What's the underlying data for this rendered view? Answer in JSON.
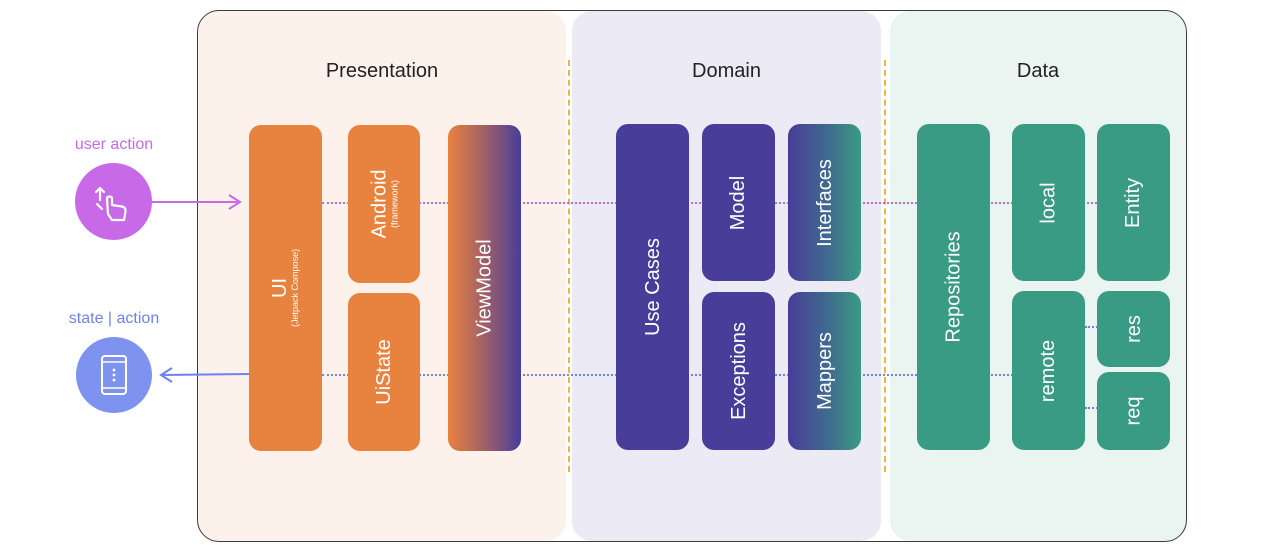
{
  "colors": {
    "presentation_bg": "#fcf2eb",
    "domain_bg": "#eceaf5",
    "data_bg": "#eaf4f1",
    "orange": "#e8823f",
    "purple": "#483d99",
    "teal": "#3a9b84",
    "user_action": "#c869e8",
    "state_action": "#7d93ef",
    "separator": "#f0b53c"
  },
  "actors": {
    "user_action": {
      "label": "user action",
      "icon": "touch-swipe-icon"
    },
    "state_action": {
      "label": "state | action",
      "icon": "phone-icon"
    }
  },
  "layers": {
    "presentation": {
      "title": "Presentation",
      "ui": {
        "label": "UI",
        "sublabel": "(Jetpack Compose)"
      },
      "android": {
        "label": "Android",
        "sublabel": "(framework)"
      },
      "uistate": {
        "label": "UiState"
      },
      "viewmodel": {
        "label": "ViewModel"
      }
    },
    "domain": {
      "title": "Domain",
      "use_cases": "Use Cases",
      "model": "Model",
      "interfaces": "Interfaces",
      "exceptions": "Exceptions",
      "mappers": "Mappers"
    },
    "data": {
      "title": "Data",
      "repositories": "Repositories",
      "local": "local",
      "entity": "Entity",
      "remote": "remote",
      "res": "res",
      "req": "req"
    }
  }
}
